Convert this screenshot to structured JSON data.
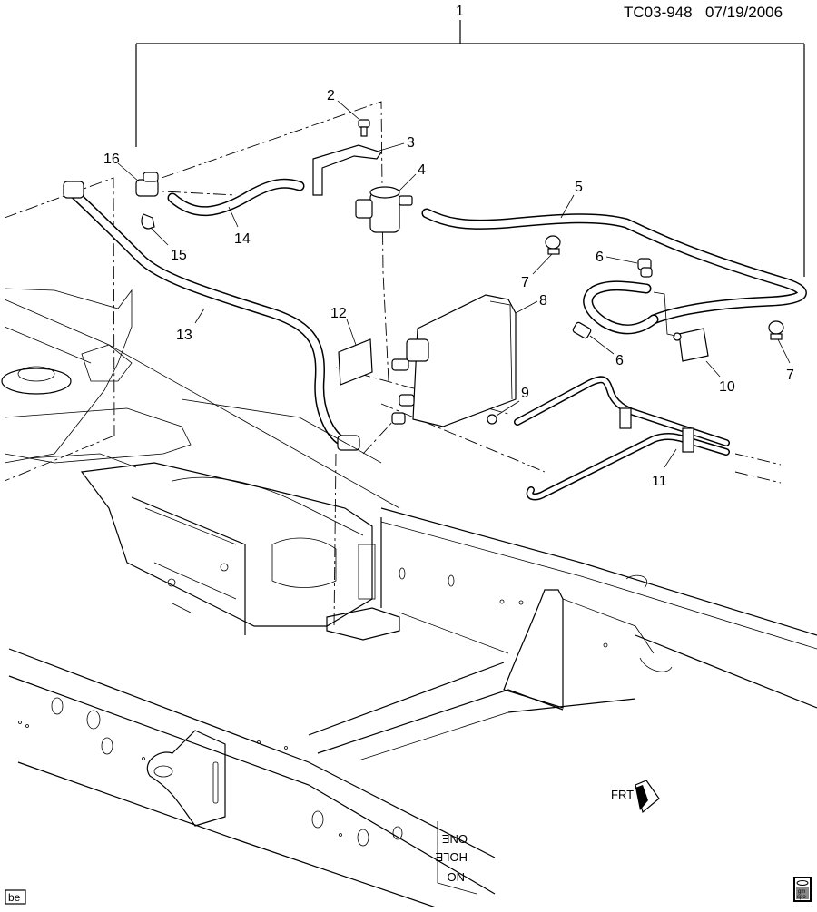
{
  "header": {
    "diagram_id": "TC03-948",
    "date": "07/19/2006"
  },
  "callouts": {
    "c1": "1",
    "c2": "2",
    "c3": "3",
    "c4": "4",
    "c5": "5",
    "c6a": "6",
    "c6b": "6",
    "c7a": "7",
    "c7b": "7",
    "c8": "8",
    "c9": "9",
    "c10": "10",
    "c11": "11",
    "c12": "12",
    "c13": "13",
    "c14": "14",
    "c15": "15",
    "c16": "16"
  },
  "frame_stamp": {
    "line1": "ONE",
    "line2": "HOLE",
    "line3": "NO"
  },
  "front_arrow": {
    "label": "FRT",
    "icon": "front-direction-arrow-icon"
  },
  "footer": {
    "badge": "be",
    "logo_line1": "gm",
    "logo_line2": "spo",
    "logo_icon": "gm-spo-logo-icon"
  }
}
